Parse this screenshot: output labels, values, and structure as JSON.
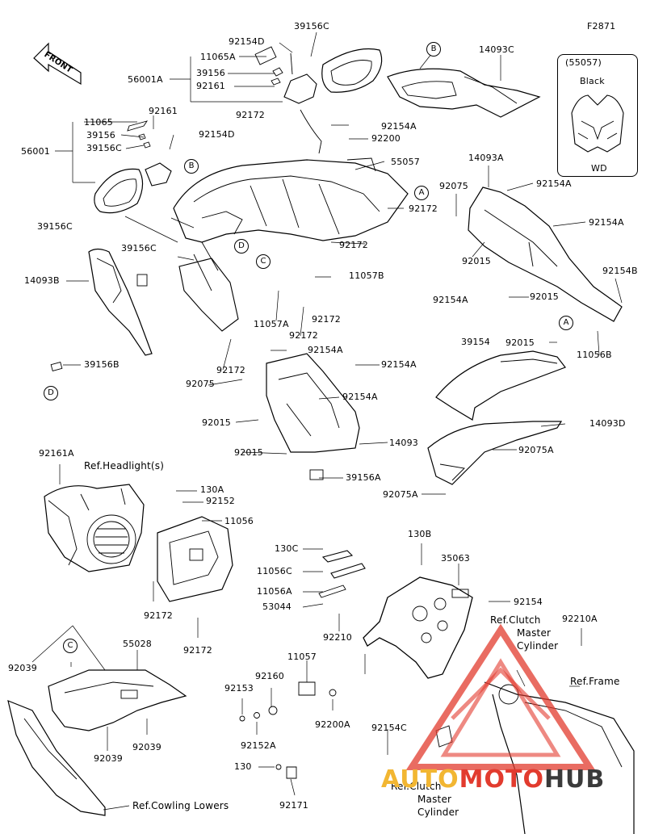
{
  "diagram_code": "F2871",
  "front_label": "FRONT",
  "inset": {
    "part": "(55057)",
    "color": "Black",
    "note": "WD"
  },
  "watermark": {
    "part1": "AUTO",
    "part2": "MOTO",
    "part3": "HUB",
    "accent": "#e23b2e",
    "dark": "#3a3a3a",
    "yellow": "#f2b632"
  },
  "callouts": {
    "A": "A",
    "B": "B",
    "C": "C",
    "D": "D"
  },
  "labels": {
    "p39156C_top": "39156C",
    "p92154D_top": "92154D",
    "p11065A": "11065A",
    "p56001A": "56001A",
    "p39156_top": "39156",
    "p92161_top": "92161",
    "p14093C": "14093C",
    "p11065": "11065",
    "p92161": "92161",
    "p39156": "39156",
    "p39156C": "39156C",
    "p56001": "56001",
    "p92154D": "92154D",
    "p92172_a": "92172",
    "p92154A_a": "92154A",
    "p92200": "92200",
    "p55057": "55057",
    "p14093A": "14093A",
    "p92154A_b": "92154A",
    "p92075_a": "92075",
    "p92172_b": "92172",
    "p39156C_mid": "39156C",
    "p92154A_c": "92154A",
    "p39156C_left": "39156C",
    "p92172_c": "92172",
    "p92015_a": "92015",
    "p14093B": "14093B",
    "p11057B": "11057B",
    "p92154B": "92154B",
    "p92154A_d": "92154A",
    "p92015_b": "92015",
    "p11057A": "11057A",
    "p92172_d": "92172",
    "p92172_e": "92172",
    "p11056B": "11056B",
    "p39154": "39154",
    "p92015_c": "92015",
    "p92154A_e": "92154A",
    "p39156B": "39156B",
    "p92154A_f": "92154A",
    "p92172_f": "92172",
    "p92075_b": "92075",
    "p92154A_g": "92154A",
    "p92015_d": "92015",
    "p14093D": "14093D",
    "p14093": "14093",
    "p92015_e": "92015",
    "p92075A_a": "92075A",
    "p39156A": "39156A",
    "p92075A_b": "92075A",
    "p92161A": "92161A",
    "ref_headlight": "Ref.Headlight(s)",
    "p130A": "130A",
    "p92152": "92152",
    "p11056": "11056",
    "p130B": "130B",
    "p130C": "130C",
    "p35063": "35063",
    "p11056C": "11056C",
    "p11056A": "11056A",
    "p53044": "53044",
    "p92154": "92154",
    "p92210A": "92210A",
    "ref_clutch_top_1": "Ref.Clutch",
    "ref_clutch_top_2": "Master",
    "ref_clutch_top_3": "Cylinder",
    "p92172_g": "92172",
    "p92210": "92210",
    "p92172_h": "92172",
    "ref_frame": "Ref.Frame",
    "p55028": "55028",
    "p11057": "11057",
    "p92039_a": "92039",
    "p92160": "92160",
    "p92153": "92153",
    "p92200A": "92200A",
    "p92039_b": "92039",
    "p92039_c": "92039",
    "p92154C": "92154C",
    "p92152A": "92152A",
    "p130": "130",
    "ref_clutch_bot_1": "Ref.Clutch",
    "ref_clutch_bot_2": "Master",
    "ref_clutch_bot_3": "Cylinder",
    "ref_cowling_lowers": "Ref.Cowling Lowers",
    "p92171": "92171"
  }
}
